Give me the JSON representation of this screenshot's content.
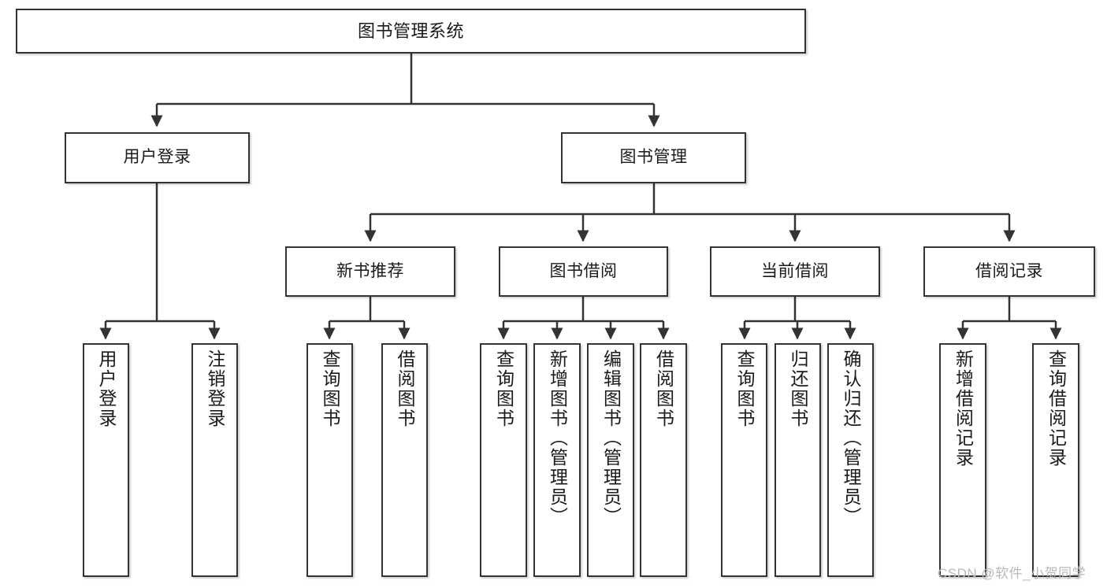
{
  "diagram": {
    "title": "图书管理系统",
    "type": "tree-hierarchy-chart",
    "colors": {
      "box_border": "#333333",
      "box_fill": "#ffffff",
      "connector": "#333333",
      "text": "#1a1a1a",
      "watermark": "#b9b9b9",
      "canvas": "#ffffff"
    }
  },
  "nodes": {
    "root": {
      "label": "图书管理系统"
    },
    "level2": [
      {
        "label": "用户登录"
      },
      {
        "label": "图书管理"
      }
    ],
    "level3": [
      {
        "label": "新书推荐"
      },
      {
        "label": "图书借阅"
      },
      {
        "label": "当前借阅"
      },
      {
        "label": "借阅记录"
      }
    ],
    "leaves": {
      "user_login": [
        {
          "label": "用户登录"
        },
        {
          "label": "注销登录"
        }
      ],
      "new_book_recommend": [
        {
          "label": "查询图书"
        },
        {
          "label": "借阅图书"
        }
      ],
      "book_borrow": [
        {
          "label": "查询图书"
        },
        {
          "label": "新增图书（管理员）"
        },
        {
          "label": "编辑图书（管理员）"
        },
        {
          "label": "借阅图书"
        }
      ],
      "current_borrow": [
        {
          "label": "查询图书"
        },
        {
          "label": "归还图书"
        },
        {
          "label": "确认归还（管理员）"
        }
      ],
      "borrow_record": [
        {
          "label": "新增借阅记录"
        },
        {
          "label": "查询借阅记录"
        }
      ]
    }
  },
  "watermark": {
    "text": "CSDN @软件_小贺同学"
  }
}
